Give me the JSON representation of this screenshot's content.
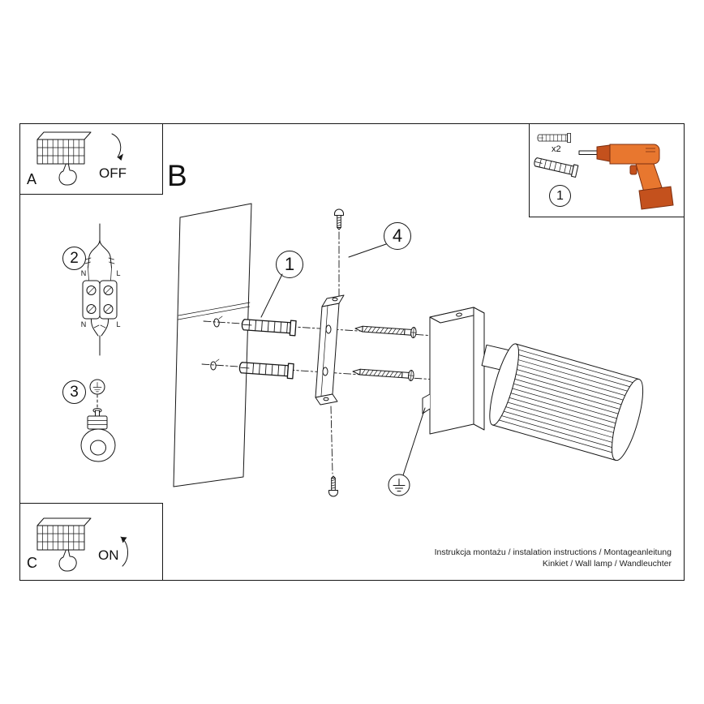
{
  "sections": {
    "a": {
      "label": "A",
      "state": "OFF"
    },
    "b": {
      "label": "B"
    },
    "c": {
      "label": "C",
      "state": "ON"
    }
  },
  "badges": {
    "step1": "1",
    "step2": "2",
    "step3": "3",
    "step4": "4",
    "parts_box": "1"
  },
  "parts_box": {
    "anchor_qty": "x2"
  },
  "wiring": {
    "n_top": "N",
    "l_top": "L",
    "n_bottom": "N",
    "l_bottom": "L"
  },
  "footer": {
    "line1": "Instrukcja montażu / instalation instructions / Montageanleitung",
    "line2": "Kinkiet / Wall lamp / Wandleuchter"
  },
  "colors": {
    "line": "#161616",
    "drill_body": "#e8772f",
    "drill_grip": "#c4511d",
    "drill_outline": "#7c2f10"
  }
}
